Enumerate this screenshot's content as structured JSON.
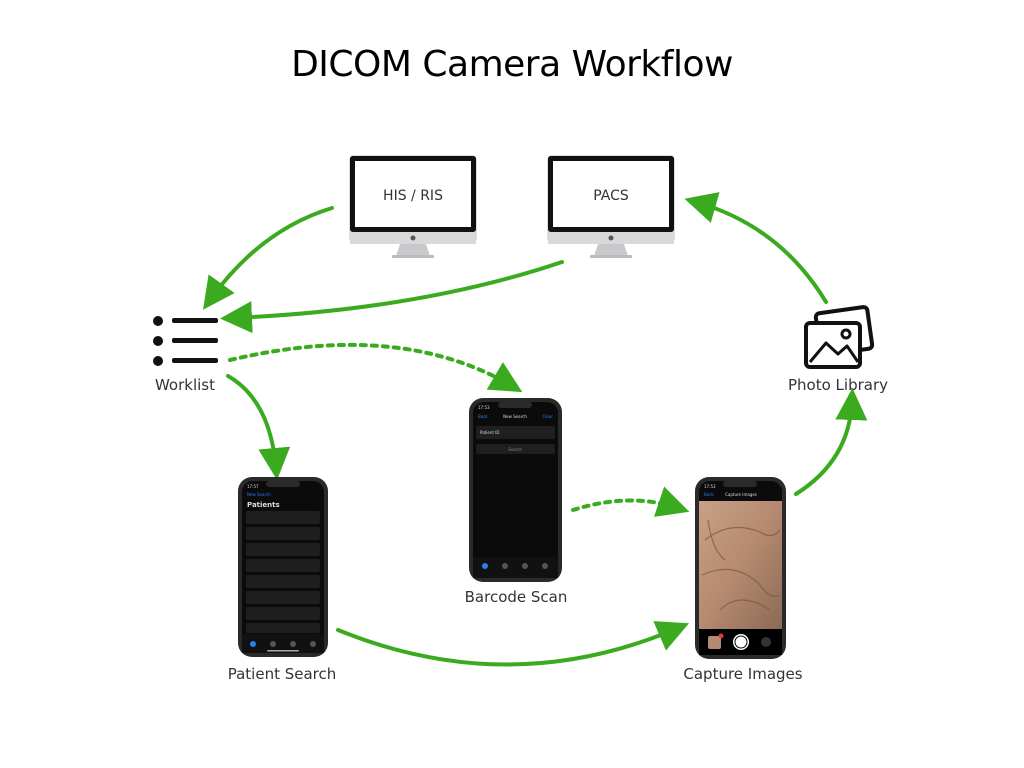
{
  "title": "DICOM Camera Workflow",
  "nodes": {
    "his_ris": "HIS / RIS",
    "pacs": "PACS",
    "worklist": "Worklist",
    "photo_library": "Photo Library",
    "patient_search": "Patient Search",
    "barcode_scan": "Barcode Scan",
    "capture_images": "Capture Images"
  },
  "colors": {
    "arrow": "#3aaa1f",
    "phone_bg": "#0b0b0b",
    "phone_frame": "#2a2a2a"
  },
  "phones": {
    "patient_search": {
      "time": "17:57",
      "back": "New Search",
      "heading": "Patients"
    },
    "barcode_scan": {
      "time": "17:53",
      "back": "Back",
      "header": "New Search",
      "action": "Clear",
      "field": "Patient ID",
      "button": "Search"
    },
    "capture_images": {
      "time": "17:53",
      "back": "Back",
      "header": "Capture Images"
    }
  }
}
